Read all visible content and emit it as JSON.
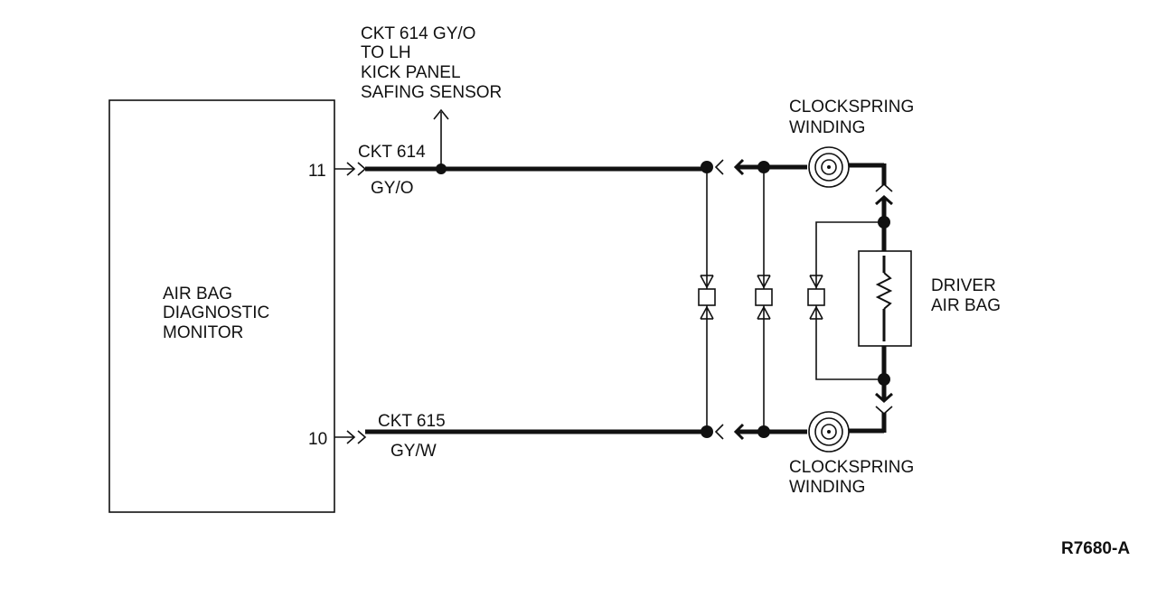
{
  "monitor": {
    "line1": "AIR BAG",
    "line2": "DIAGNOSTIC",
    "line3": "MONITOR"
  },
  "pins": {
    "top": "11",
    "bottom": "10"
  },
  "circuits": {
    "top": {
      "ckt": "CKT 614",
      "color": "GY/O"
    },
    "bottom": {
      "ckt": "CKT 615",
      "color": "GY/W"
    }
  },
  "branch_note": {
    "line1": "CKT 614 GY/O",
    "line2": "TO LH",
    "line3": "KICK PANEL",
    "line4": "SAFING SENSOR"
  },
  "clockspring_top": {
    "line1": "CLOCKSPRING",
    "line2": "WINDING"
  },
  "clockspring_bottom": {
    "line1": "CLOCKSPRING",
    "line2": "WINDING"
  },
  "airbag": {
    "line1": "DRIVER",
    "line2": "AIR BAG"
  },
  "figure_id": "R7680-A"
}
